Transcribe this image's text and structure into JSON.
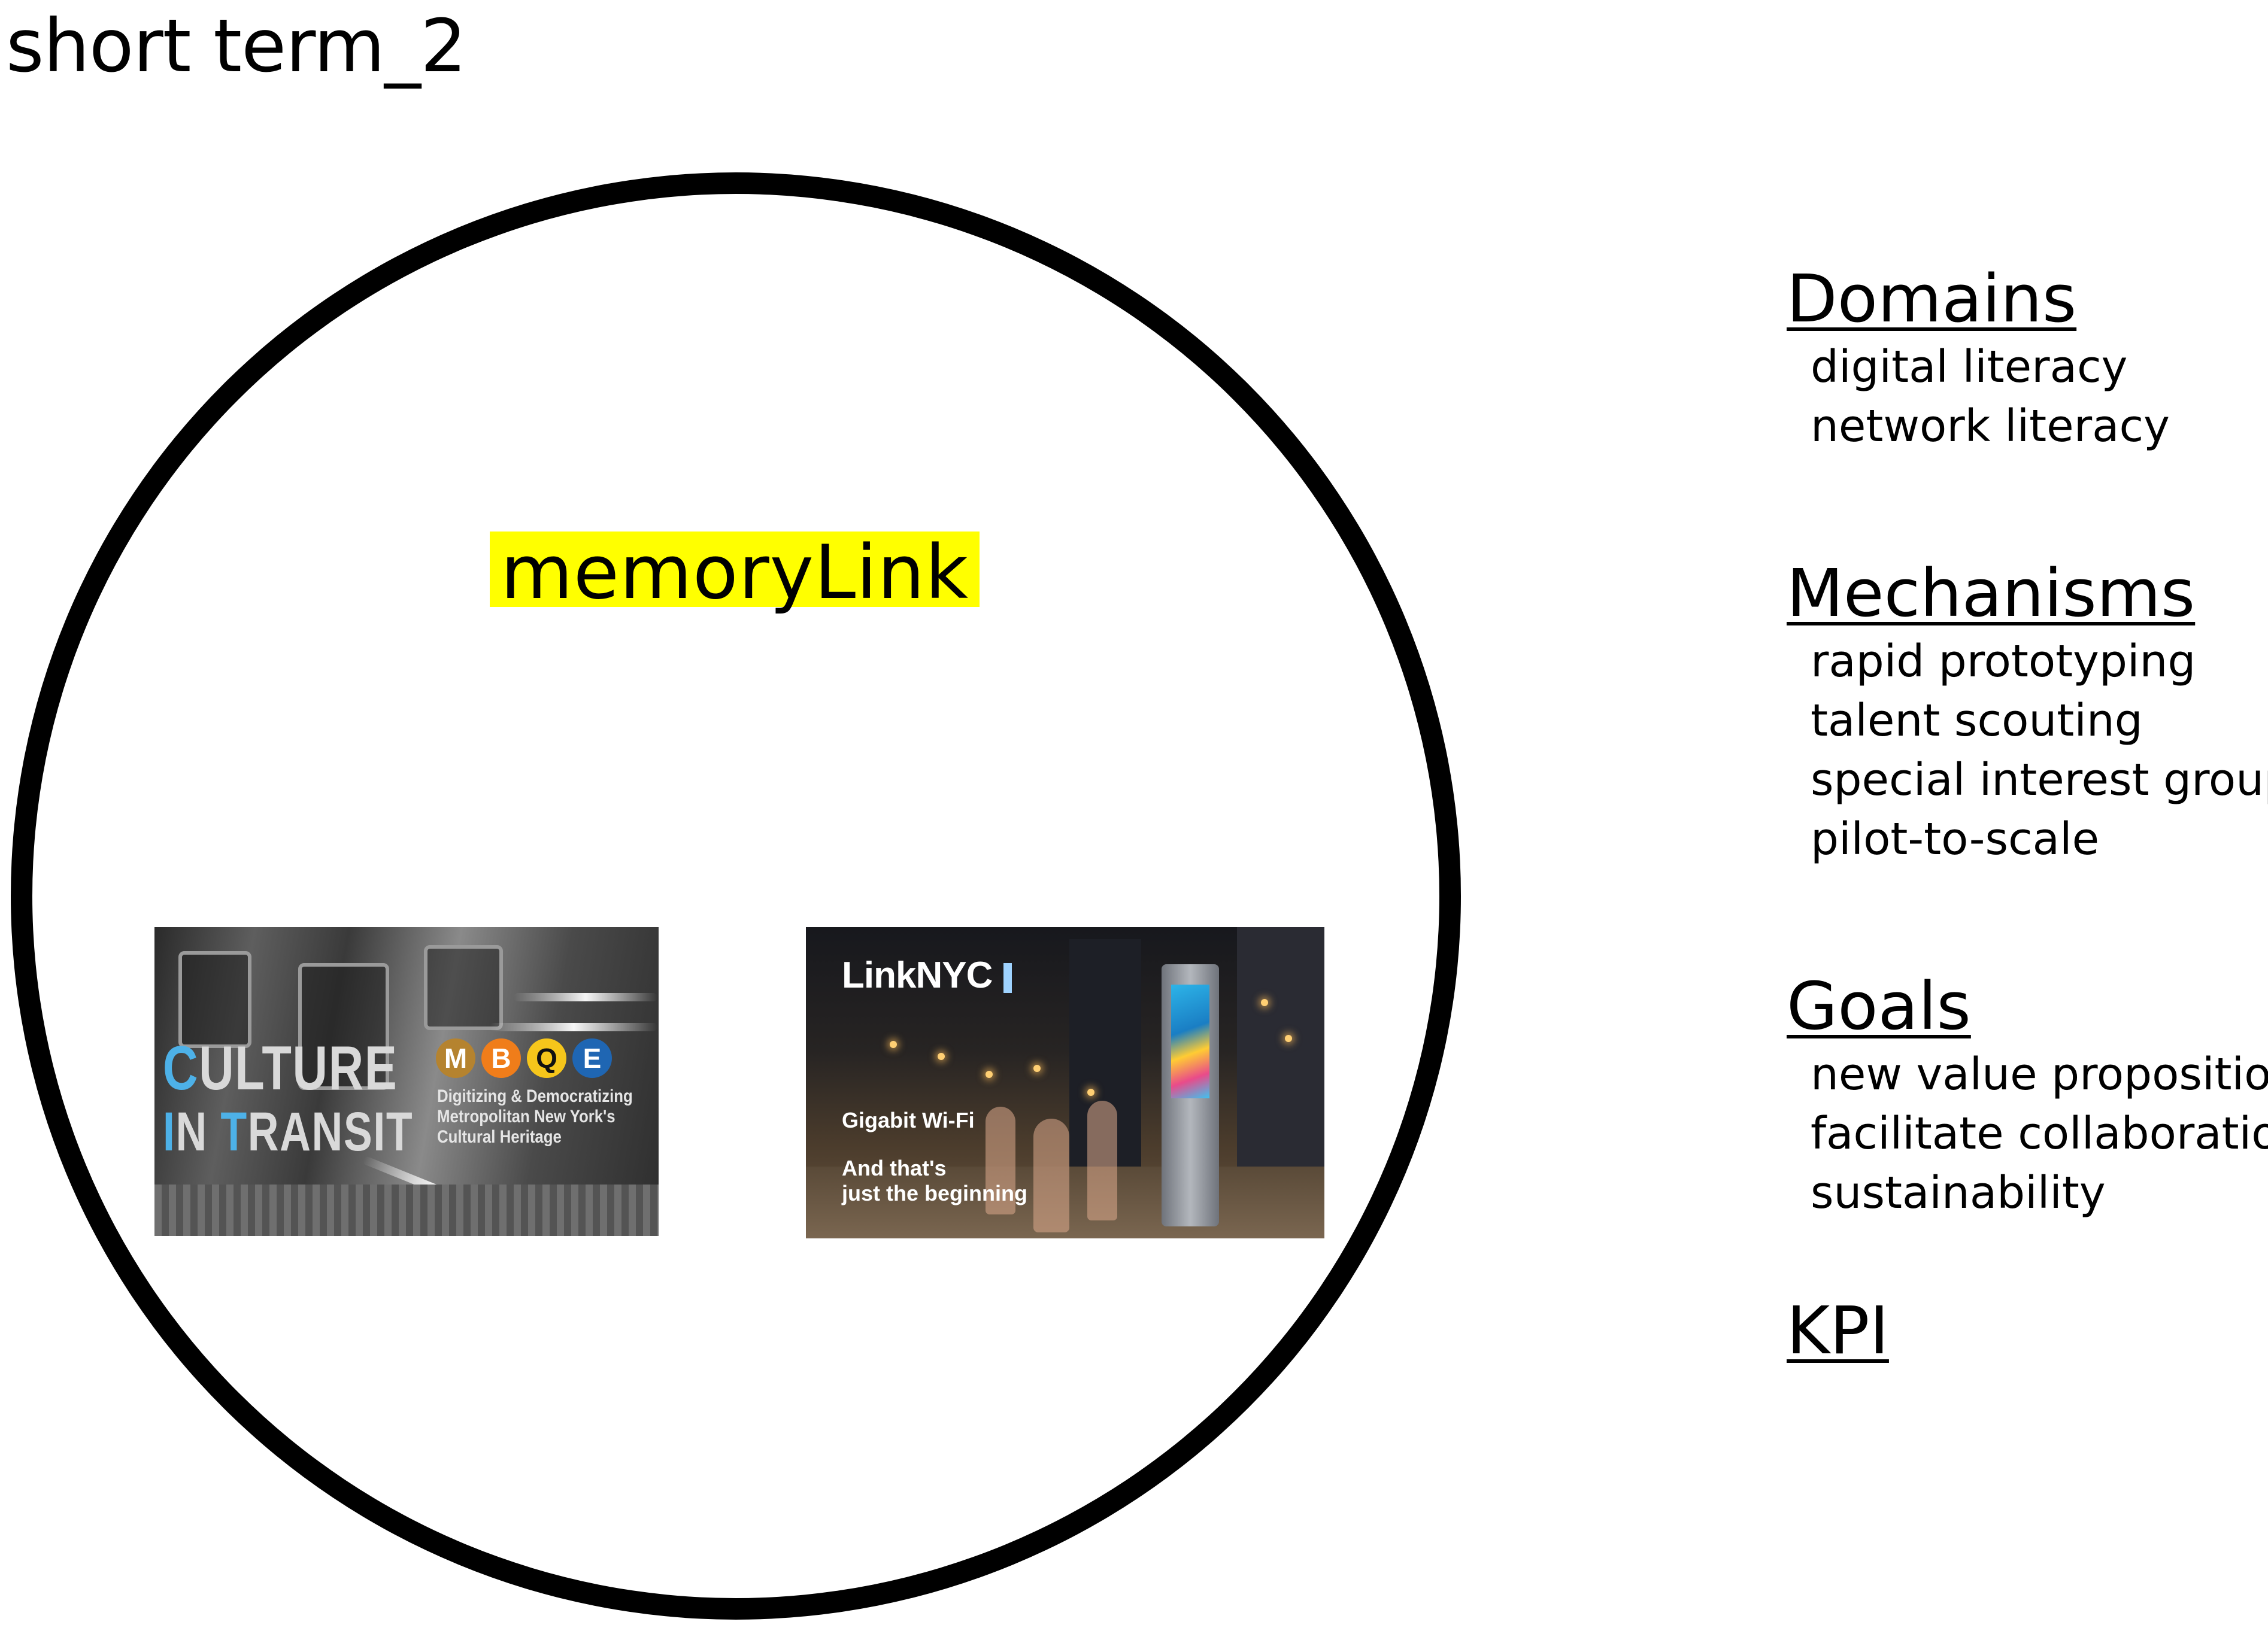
{
  "title": "short term_2",
  "center_label": "memoryLink",
  "highlight_color": "#ffff00",
  "cards": {
    "culture_in_transit": {
      "line1_first": "C",
      "line1_rest": "ULTURE",
      "line2_first": "I",
      "line2_mid": "N ",
      "line2_t": "T",
      "line2_rest": "RANSIT",
      "bullets": [
        {
          "letter": "M",
          "color": "#b5832f"
        },
        {
          "letter": "B",
          "color": "#f07d1a"
        },
        {
          "letter": "Q",
          "color": "#f6c61b"
        },
        {
          "letter": "E",
          "color": "#1f66b3"
        }
      ],
      "subtitle": [
        "Digitizing & Democratizing",
        "Metropolitan New York's",
        "Cultural Heritage"
      ]
    },
    "linknyc": {
      "title": "LinkNYC",
      "wifi": "Gigabit Wi-Fi",
      "tagline_1": "And that's",
      "tagline_2": "just the beginning"
    }
  },
  "legend": {
    "domains": {
      "heading": "Domains",
      "items": [
        "digital literacy",
        "network literacy"
      ]
    },
    "mechanisms": {
      "heading": "Mechanisms",
      "items": [
        "rapid prototyping",
        "talent scouting",
        "special interest group",
        "pilot-to-scale"
      ]
    },
    "goals": {
      "heading": "Goals",
      "items": [
        "new value proposition",
        "facilitate collaboration",
        "sustainability"
      ]
    },
    "kpi": {
      "heading": "KPI"
    }
  }
}
